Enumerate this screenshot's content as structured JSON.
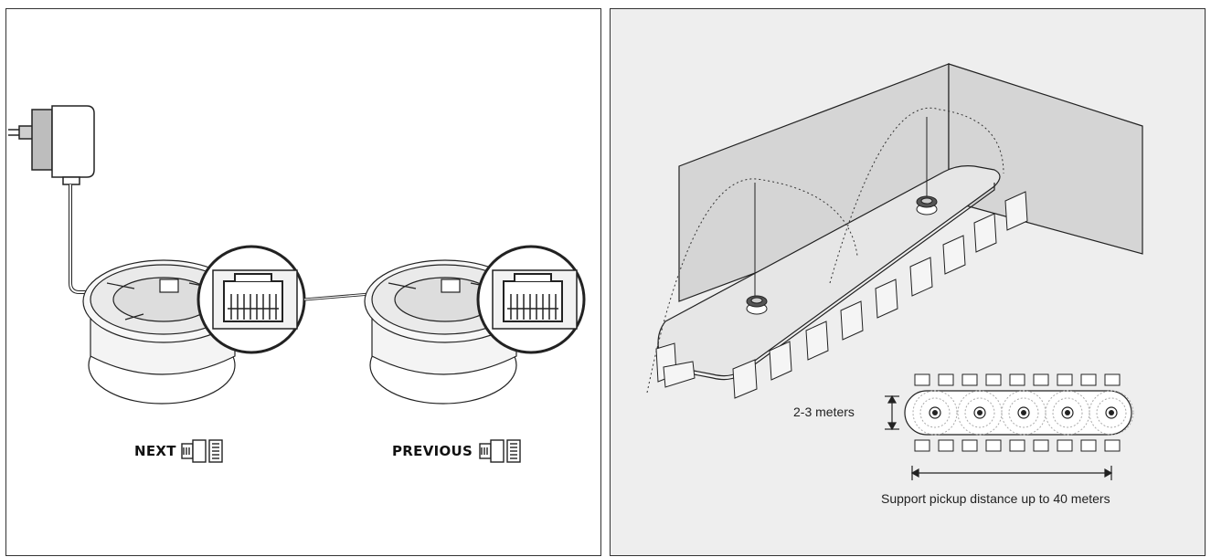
{
  "left_panel": {
    "next_label": "NEXT",
    "previous_label": "PREVIOUS",
    "icons": [
      "power-adapter-icon",
      "rj45-port-icon",
      "rj45-port-icon"
    ]
  },
  "right_panel": {
    "width_label": "2-3 meters",
    "distance_label": "Support pickup distance up to 40 meters"
  },
  "colors": {
    "line": "#222222",
    "right_background": "#eeeeee",
    "wall_fill": "#d5d5d5"
  }
}
